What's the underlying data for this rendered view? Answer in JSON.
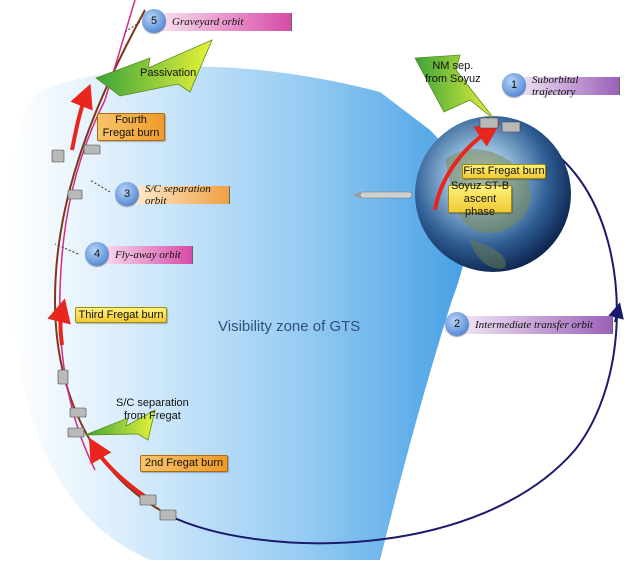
{
  "zone_label": "Visibility zone of GTS",
  "orbits": [
    {
      "num": "1",
      "label": "Suborbital trajectory"
    },
    {
      "num": "2",
      "label": "Intermediate transfer orbit"
    },
    {
      "num": "3",
      "label": "S/C separation orbit"
    },
    {
      "num": "4",
      "label": "Fly-away orbit"
    },
    {
      "num": "5",
      "label": "Graveyard orbit"
    }
  ],
  "events": {
    "passivation": "Passivation",
    "nm_sep_line1": "NM sep.",
    "nm_sep_line2": "from Soyuz",
    "sc_sep_line1": "S/C separation",
    "sc_sep_line2": "from Fregat"
  },
  "burns": {
    "first": "First Fregat burn",
    "second": "2nd Fregat burn",
    "third": "Third Fregat burn",
    "fourth_line1": "Fourth",
    "fourth_line2": "Fregat burn",
    "soyuz_line1": "Soyuz ST-B",
    "soyuz_line2": "ascent phase"
  },
  "colors": {
    "zone_blue": "#4aa3e6",
    "transfer_orbit": "#1a1a6e",
    "sep_orbit": "#7a3a1a",
    "graveyard_orbit": "#d42a8a",
    "burn_red": "#e8261e",
    "tag_purple": "#9b5fb8",
    "tag_orange": "#f0a040",
    "tag_pink": "#e080c0"
  }
}
